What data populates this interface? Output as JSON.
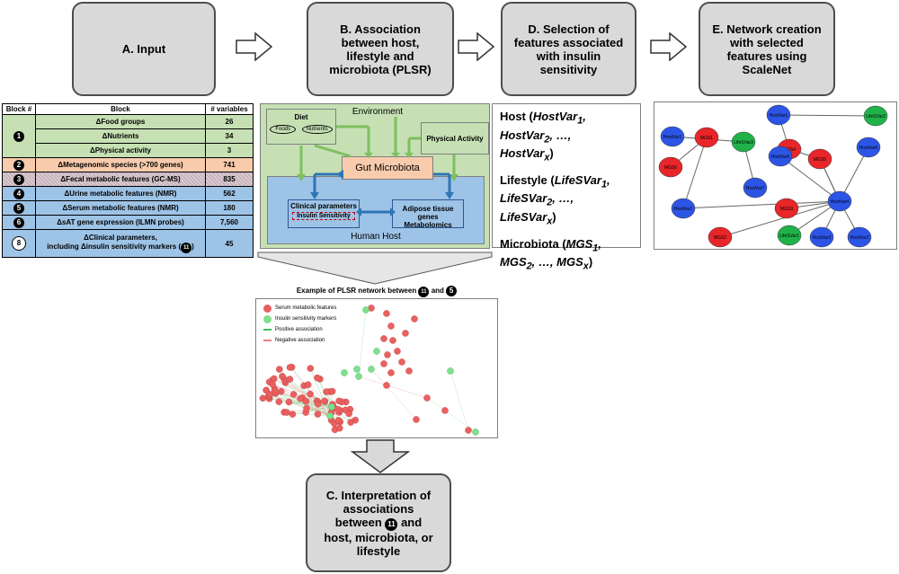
{
  "steps": {
    "a": "A. Input",
    "b_l1": "B. Association",
    "b_l2": "between host,",
    "b_l3": "lifestyle and",
    "b_l4": "microbiota (PLSR)",
    "d_l1": "D. Selection of",
    "d_l2": "features associated",
    "d_l3": "with insulin",
    "d_l4": "sensitivity",
    "e_l1": "E. Network creation",
    "e_l2": "with selected",
    "e_l3": "features using",
    "e_l4": "ScaleNet",
    "c_l1": "C. Interpretation of",
    "c_l2": "associations",
    "c_l3a": "between",
    "c_l3b": "and",
    "c_l4": "host, microbiota, or",
    "c_l5": "lifestyle",
    "c_badge": "11"
  },
  "input_table": {
    "headers": [
      "Block #",
      "Block",
      "# variables"
    ],
    "rows": [
      {
        "num": "1",
        "block": "ΔFood groups",
        "vars": "26"
      },
      {
        "num": "",
        "block": "ΔNutrients",
        "vars": "34"
      },
      {
        "num": "",
        "block": "ΔPhysical activity",
        "vars": "3"
      },
      {
        "num": "2",
        "block": "ΔMetagenomic species (>700 genes)",
        "vars": "741"
      },
      {
        "num": "3",
        "block": "ΔFecal metabolic features (GC-MS)",
        "vars": "835"
      },
      {
        "num": "4",
        "block": "ΔUrine metabolic features (NMR)",
        "vars": "562"
      },
      {
        "num": "5",
        "block": "ΔSerum metabolic features (NMR)",
        "vars": "180"
      },
      {
        "num": "6",
        "block": "ΔsAT gene expression (ILMN probes)",
        "vars": "7,560"
      },
      {
        "num": "8",
        "block_l1": "ΔClinical parameters,",
        "block_l2": "including Δinsulin sensitivity markers",
        "badge": "11",
        "vars": "45"
      }
    ]
  },
  "b_diagram": {
    "environment": "Environment",
    "diet": "Diet",
    "foods": "Foods",
    "nutrients": "Nutrients",
    "physical_activity": "Physical Activity",
    "gut": "Gut Microbiota",
    "clinical": "Clinical parameters",
    "insulin": "Insulin Sensitivity",
    "adipose_l1": "Adipose tissue genes",
    "adipose_l2": "Metabolomics",
    "host": "Human Host"
  },
  "d_list": {
    "host_label": "Host (",
    "host_v1": "HostVar",
    "sub1": "1",
    "sub2": "2",
    "subx": "x",
    "comma": ",",
    "dots": "…,",
    "close": ")",
    "lifestyle_label": "Lifestyle (",
    "life_v": "LifeSVar",
    "micro_label": "Microbiota (",
    "mgs": "MGS"
  },
  "e_network": {
    "nodes": [
      {
        "label": "HostVar1",
        "color": "blue"
      },
      {
        "label": "LifeSVar2",
        "color": "green"
      },
      {
        "label": "HostVar1",
        "color": "blue"
      },
      {
        "label": "MGS1",
        "color": "red"
      },
      {
        "label": "LifeSVar3",
        "color": "green"
      },
      {
        "label": "MGS4",
        "color": "red"
      },
      {
        "label": "MGS5",
        "color": "red"
      },
      {
        "label": "HostVar6",
        "color": "blue"
      },
      {
        "label": "HostVar5",
        "color": "blue"
      },
      {
        "label": "MGS6",
        "color": "red"
      },
      {
        "label": "HostVar7",
        "color": "blue"
      },
      {
        "label": "HostVar4",
        "color": "blue"
      },
      {
        "label": "HostVar1",
        "color": "blue"
      },
      {
        "label": "MGS3",
        "color": "red"
      },
      {
        "label": "MGS2",
        "color": "red"
      },
      {
        "label": "LifeSVar1",
        "color": "green"
      },
      {
        "label": "HostVar3",
        "color": "blue"
      },
      {
        "label": "HostVar2",
        "color": "blue"
      }
    ]
  },
  "example": {
    "title_a": "Example of PLSR network between",
    "badge1": "11",
    "title_b": "and",
    "badge2": "5",
    "legend": {
      "serum": "Serum metabolic features",
      "insulin": "Insulin sensitivity markers",
      "positive": "Positive association",
      "negative": "Negative association"
    }
  },
  "colors": {
    "step_fill": "#d9d9d9",
    "green": "#c6e0b4",
    "orange": "#f8cbad",
    "blue": "#9dc3e6",
    "node_red": "#e8262a",
    "node_blue": "#2c55e6",
    "node_green": "#20b24a",
    "ex_red": "#ea6060",
    "ex_green": "#7fe08f"
  }
}
